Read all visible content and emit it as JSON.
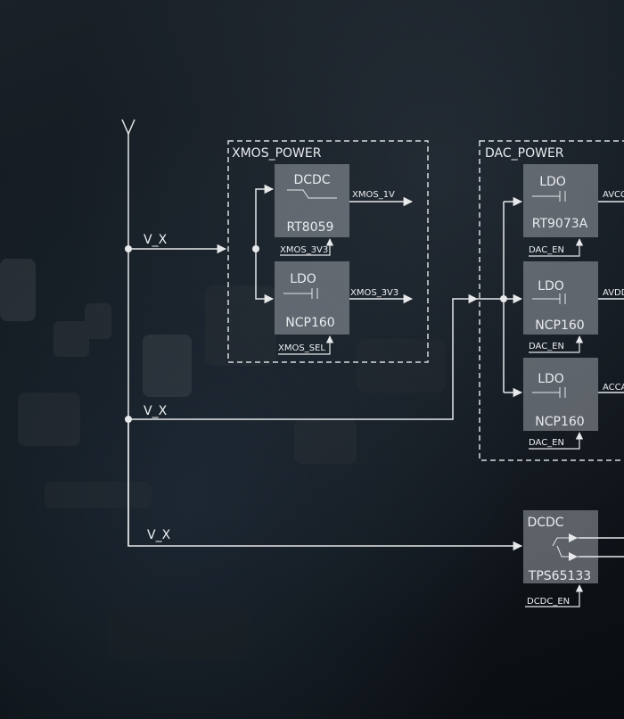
{
  "input_label": "V_X",
  "groups": {
    "xmos_title": "XMOS_POWER",
    "dac_title": "DAC_POWER"
  },
  "blocks": {
    "rt8059": {
      "type": "DCDC",
      "part": "RT8059",
      "out": "XMOS_1V",
      "ctrl": "XMOS_3V3"
    },
    "ncp160_xmos": {
      "type": "LDO",
      "part": "NCP160",
      "out": "XMOS_3V3",
      "ctrl": "XMOS_SEL"
    },
    "rt9073a": {
      "type": "LDO",
      "part": "RT9073A",
      "out": "AVCC",
      "ctrl": "DAC_EN"
    },
    "ncp160_dac1": {
      "type": "LDO",
      "part": "NCP160",
      "out": "AVDD",
      "ctrl": "DAC_EN"
    },
    "ncp160_dac2": {
      "type": "LDO",
      "part": "NCP160",
      "out": "ACCA",
      "ctrl": "DAC_EN"
    },
    "tps65133": {
      "type": "DCDC",
      "part": "TPS65133",
      "ctrl": "DCDC_EN"
    }
  },
  "wires": {
    "vx_top": "V_X",
    "vx_mid": "V_X",
    "vx_bottom": "V_X"
  },
  "colors": {
    "line": "#e6e8ea",
    "block_fill": "#9aa1a8",
    "block_text": "#ffffff"
  }
}
